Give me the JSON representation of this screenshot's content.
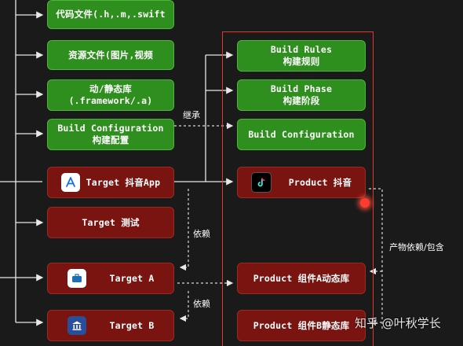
{
  "sources": [
    {
      "lines": [
        "代码文件(.h,.m,.swift"
      ]
    },
    {
      "lines": [
        "资源文件(图片,视频"
      ]
    },
    {
      "lines": [
        "动/静态库",
        "(.framework/.a)"
      ]
    },
    {
      "lines": [
        "Build Configuration",
        "构建配置"
      ]
    }
  ],
  "targets": [
    {
      "label": "Target 抖音App",
      "icon": "app-store-icon"
    },
    {
      "label": "Target 测试"
    },
    {
      "label": "Target A",
      "icon": "briefcase-icon"
    },
    {
      "label": "Target B",
      "icon": "bank-icon"
    }
  ],
  "build_items": [
    {
      "lines": [
        "Build Rules",
        "构建规则"
      ]
    },
    {
      "lines": [
        "Build Phase",
        "构建阶段"
      ]
    },
    {
      "lines": [
        "Build Configuration"
      ]
    }
  ],
  "products": [
    {
      "label": "Product 抖音",
      "icon": "tiktok-icon"
    },
    {
      "label": "Product 组件A动态库"
    },
    {
      "label": "Product 组件B静态库"
    }
  ],
  "labels": {
    "inherit": "继承",
    "depend_1": "依赖",
    "depend_2": "依赖",
    "product_relation": "产物依赖/包含",
    "watermark": "知乎 @叶秋学长"
  },
  "colors": {
    "green": "#2f8f1e",
    "dark_red": "#7a1410",
    "highlight": "#e2392c"
  }
}
